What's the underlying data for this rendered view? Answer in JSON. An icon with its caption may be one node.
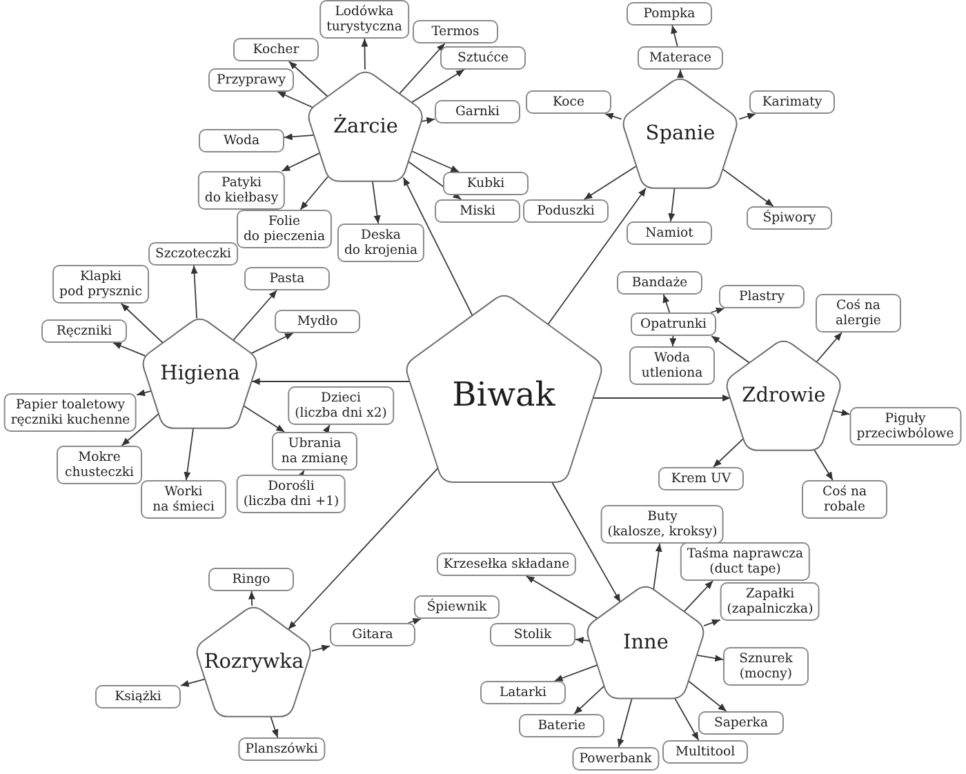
{
  "diagram": {
    "nodes": [
      {
        "text": [
          "Biwak"
        ]
      },
      {
        "text": [
          "Żarcie"
        ]
      },
      {
        "text": [
          "Lodówka turystyczna"
        ]
      },
      {
        "text": [
          "Termos"
        ]
      },
      {
        "text": [
          "Sztućce"
        ]
      },
      {
        "text": [
          "Kocher"
        ]
      },
      {
        "text": [
          "Przyprawy"
        ]
      },
      {
        "text": [
          "Garnki"
        ]
      },
      {
        "text": [
          "Woda"
        ]
      },
      {
        "text": [
          "Patyki do kiełbasy"
        ]
      },
      {
        "text": [
          "Kubki"
        ]
      },
      {
        "text": [
          "Miski"
        ]
      },
      {
        "text": [
          "Folie do pieczenia"
        ]
      },
      {
        "text": [
          "Deska do krojenia"
        ]
      },
      {
        "text": [
          "Spanie"
        ]
      },
      {
        "text": [
          "Pompka"
        ]
      },
      {
        "text": [
          "Materace"
        ]
      },
      {
        "text": [
          "Koce"
        ]
      },
      {
        "text": [
          "Karimaty"
        ]
      },
      {
        "text": [
          "Poduszki"
        ]
      },
      {
        "text": [
          "Namiot"
        ]
      },
      {
        "text": [
          "Śpiwory"
        ]
      },
      {
        "text": [
          "Higiena"
        ]
      },
      {
        "text": [
          "Szczoteczki"
        ]
      },
      {
        "text": [
          "Klapki pod prysznic"
        ]
      },
      {
        "text": [
          "Pasta"
        ]
      },
      {
        "text": [
          "Ręczniki"
        ]
      },
      {
        "text": [
          "Mydło"
        ]
      },
      {
        "text": [
          "Papier toaletowy ręczniki kuchenne"
        ]
      },
      {
        "text": [
          "Mokre chusteczki"
        ]
      },
      {
        "text": [
          "Worki na śmieci"
        ]
      },
      {
        "text": [
          "Ubrania na zmianę"
        ]
      },
      {
        "text": [
          "Dzieci (liczba dni x2)"
        ]
      },
      {
        "text": [
          "Dorośli (liczba dni +1)"
        ]
      },
      {
        "text": [
          "Zdrowie"
        ]
      },
      {
        "text": [
          "Opatrunki"
        ]
      },
      {
        "text": [
          "Bandaże"
        ]
      },
      {
        "text": [
          "Plastry"
        ]
      },
      {
        "text": [
          "Woda utleniona"
        ]
      },
      {
        "text": [
          "Coś na alergie"
        ]
      },
      {
        "text": [
          "Piguły przeciwbólowe"
        ]
      },
      {
        "text": [
          "Krem UV"
        ]
      },
      {
        "text": [
          "Coś na robale"
        ]
      },
      {
        "text": [
          "Rozrywka"
        ]
      },
      {
        "text": [
          "Ringo"
        ]
      },
      {
        "text": [
          "Gitara"
        ]
      },
      {
        "text": [
          "Śpiewnik"
        ]
      },
      {
        "text": [
          "Książki"
        ]
      },
      {
        "text": [
          "Planszówki"
        ]
      },
      {
        "text": [
          "Inne"
        ]
      },
      {
        "text": [
          "Buty (kalosze, kroksy)"
        ]
      },
      {
        "text": [
          "Krzesełka składane"
        ]
      },
      {
        "text": [
          "Taśma naprawcza (duct tape)"
        ]
      },
      {
        "text": [
          "Zapałki (zapalniczka)"
        ]
      },
      {
        "text": [
          "Stolik"
        ]
      },
      {
        "text": [
          "Sznurek (mocny)"
        ]
      },
      {
        "text": [
          "Latarki"
        ]
      },
      {
        "text": [
          "Baterie"
        ]
      },
      {
        "text": [
          "Powerbank"
        ]
      },
      {
        "text": [
          "Multitool"
        ]
      },
      {
        "text": [
          "Saperka"
        ]
      }
    ],
    "edges": [
      {
        "from": 0,
        "to": 1,
        "arrow": "to"
      },
      {
        "from": 0,
        "to": 14,
        "arrow": "to"
      },
      {
        "from": 0,
        "to": 22,
        "arrow": "to"
      },
      {
        "from": 0,
        "to": 34,
        "arrow": "to"
      },
      {
        "from": 0,
        "to": 43,
        "arrow": "to"
      },
      {
        "from": 0,
        "to": 49,
        "arrow": "to"
      },
      {
        "from": 1,
        "to": 2,
        "arrow": "to"
      },
      {
        "from": 1,
        "to": 3,
        "arrow": "to"
      },
      {
        "from": 1,
        "to": 4,
        "arrow": "to"
      },
      {
        "from": 1,
        "to": 5,
        "arrow": "to"
      },
      {
        "from": 1,
        "to": 6,
        "arrow": "to"
      },
      {
        "from": 1,
        "to": 7,
        "arrow": "to"
      },
      {
        "from": 1,
        "to": 8,
        "arrow": "to"
      },
      {
        "from": 1,
        "to": 9,
        "arrow": "to"
      },
      {
        "from": 1,
        "to": 10,
        "arrow": "to"
      },
      {
        "from": 1,
        "to": 11,
        "arrow": "to"
      },
      {
        "from": 1,
        "to": 12,
        "arrow": "to"
      },
      {
        "from": 1,
        "to": 13,
        "arrow": "to"
      },
      {
        "from": 14,
        "to": 16,
        "arrow": "to"
      },
      {
        "from": 16,
        "to": 15,
        "arrow": "to"
      },
      {
        "from": 14,
        "to": 17,
        "arrow": "to"
      },
      {
        "from": 14,
        "to": 18,
        "arrow": "to"
      },
      {
        "from": 14,
        "to": 19,
        "arrow": "to"
      },
      {
        "from": 14,
        "to": 20,
        "arrow": "to"
      },
      {
        "from": 14,
        "to": 21,
        "arrow": "to"
      },
      {
        "from": 22,
        "to": 23,
        "arrow": "to"
      },
      {
        "from": 22,
        "to": 24,
        "arrow": "to"
      },
      {
        "from": 22,
        "to": 25,
        "arrow": "to"
      },
      {
        "from": 22,
        "to": 26,
        "arrow": "to"
      },
      {
        "from": 22,
        "to": 27,
        "arrow": "to"
      },
      {
        "from": 22,
        "to": 28,
        "arrow": "to"
      },
      {
        "from": 22,
        "to": 29,
        "arrow": "to"
      },
      {
        "from": 22,
        "to": 30,
        "arrow": "to"
      },
      {
        "from": 22,
        "to": 31,
        "arrow": "to"
      },
      {
        "from": 31,
        "to": 32,
        "arrow": "to"
      },
      {
        "from": 33,
        "to": 31,
        "arrow": "to"
      },
      {
        "from": 34,
        "to": 35,
        "arrow": "to"
      },
      {
        "from": 35,
        "to": 36,
        "arrow": "to"
      },
      {
        "from": 35,
        "to": 37,
        "arrow": "to"
      },
      {
        "from": 35,
        "to": 38,
        "arrow": "to"
      },
      {
        "from": 34,
        "to": 39,
        "arrow": "to"
      },
      {
        "from": 34,
        "to": 40,
        "arrow": "to"
      },
      {
        "from": 34,
        "to": 41,
        "arrow": "to"
      },
      {
        "from": 34,
        "to": 42,
        "arrow": "to"
      },
      {
        "from": 43,
        "to": 44,
        "arrow": "to"
      },
      {
        "from": 43,
        "to": 45,
        "arrow": "to"
      },
      {
        "from": 45,
        "to": 46,
        "arrow": "to"
      },
      {
        "from": 43,
        "to": 47,
        "arrow": "to"
      },
      {
        "from": 43,
        "to": 48,
        "arrow": "to"
      },
      {
        "from": 49,
        "to": 50,
        "arrow": "to"
      },
      {
        "from": 49,
        "to": 51,
        "arrow": "to"
      },
      {
        "from": 49,
        "to": 52,
        "arrow": "to"
      },
      {
        "from": 49,
        "to": 53,
        "arrow": "to"
      },
      {
        "from": 49,
        "to": 54,
        "arrow": "to"
      },
      {
        "from": 49,
        "to": 55,
        "arrow": "to"
      },
      {
        "from": 49,
        "to": 56,
        "arrow": "to"
      },
      {
        "from": 49,
        "to": 57,
        "arrow": "to"
      },
      {
        "from": 49,
        "to": 58,
        "arrow": "to"
      },
      {
        "from": 49,
        "to": 59,
        "arrow": "to"
      },
      {
        "from": 49,
        "to": 60,
        "arrow": "to"
      }
    ]
  }
}
